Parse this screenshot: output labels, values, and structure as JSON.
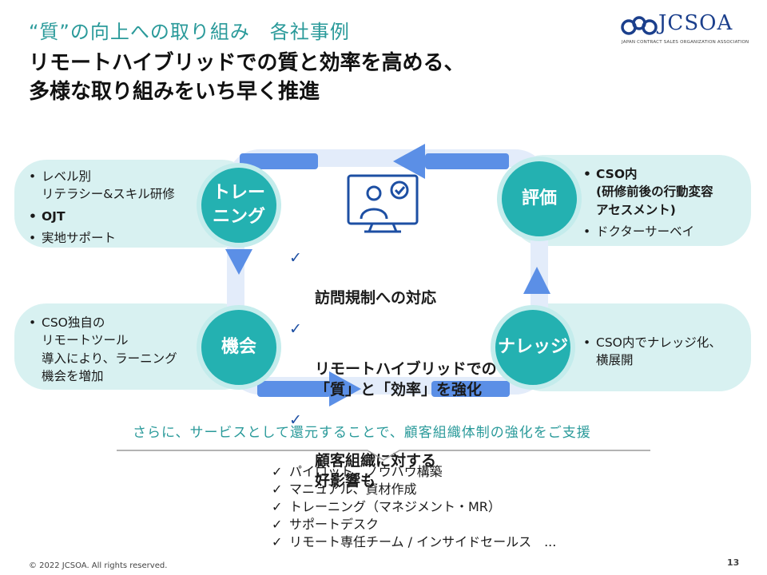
{
  "header": {
    "subtitle": "“質”の向上への取り組み　各社事例",
    "title_line1": "リモートハイブリッドでの質と効率を高める、",
    "title_line2": "多様な取り組みをいち早く推進"
  },
  "logo": {
    "text": "JCSOA",
    "subtext": "JAPAN CONTRACT SALES ORGANIZATION ASSOCIATION"
  },
  "cycle": {
    "training": {
      "label": "トレー\nニング",
      "bullets": [
        "レベル別\nリテラシー&スキル研修",
        "OJT",
        "実地サポート"
      ]
    },
    "evaluation": {
      "label": "評価",
      "bullets": [
        "CSO内\n(研修前後の行動変容\nアセスメント)",
        "ドクターサーベイ"
      ]
    },
    "opportunity": {
      "label": "機会",
      "bullets": [
        "CSO独自の\nリモートツール\n導入により、ラーニング\n機会を増加"
      ]
    },
    "knowledge": {
      "label": "ナレッジ",
      "bullets": [
        "CSO内でナレッジ化、\n横展開"
      ]
    }
  },
  "center": {
    "icon": "remote-presenter-icon",
    "check_icon": "✓",
    "items": [
      "訪問規制への対応",
      "リモートハイブリッドでの\n「質」と「効率」を強化",
      "顧客組織に対する\n好影響も"
    ]
  },
  "services": {
    "intro": "さらに、サービスとして還元することで、顧客組織体制の強化をご支援",
    "items": [
      "パイロット、ノウハウ構築",
      "マニュアル、資材作成",
      "トレーニング（マネジメント・MR）",
      "サポートデスク",
      "リモート専任チーム / インサイドセールス　..."
    ]
  },
  "footer": {
    "copyright": "© 2022  JCSOA.  All rights reserved.",
    "page_number": "13"
  },
  "colors": {
    "teal": "#24b1b1",
    "teal_light": "#d8f1f1",
    "blue": "#5b8fe6",
    "navy": "#1d4fa3",
    "heading_teal": "#2a9a9a"
  }
}
